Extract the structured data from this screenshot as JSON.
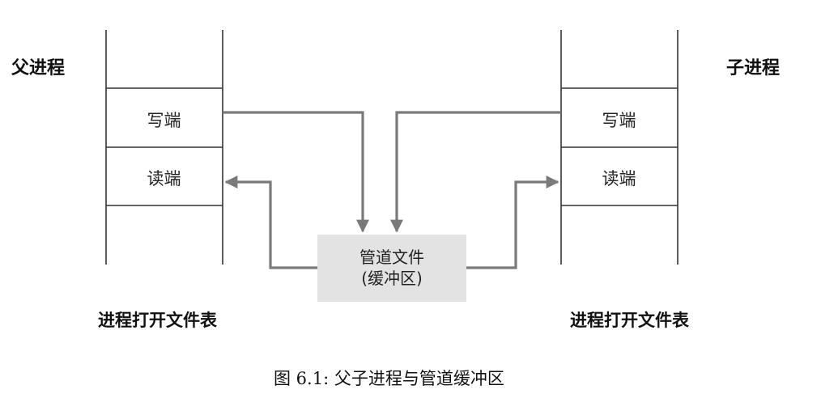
{
  "parent_process": {
    "label": "父进程",
    "table_title": "进程打开文件表",
    "write_end": "写端",
    "read_end": "读端"
  },
  "child_process": {
    "label": "子进程",
    "table_title": "进程打开文件表",
    "write_end": "写端",
    "read_end": "读端"
  },
  "pipe_buffer": {
    "line1": "管道文件",
    "line2": "(缓冲区)"
  },
  "caption": "图 6.1: 父子进程与管道缓冲区",
  "colors": {
    "arrow": "#7a7a7a",
    "buffer_fill": "#e3e3e3",
    "table_line": "#333333"
  }
}
